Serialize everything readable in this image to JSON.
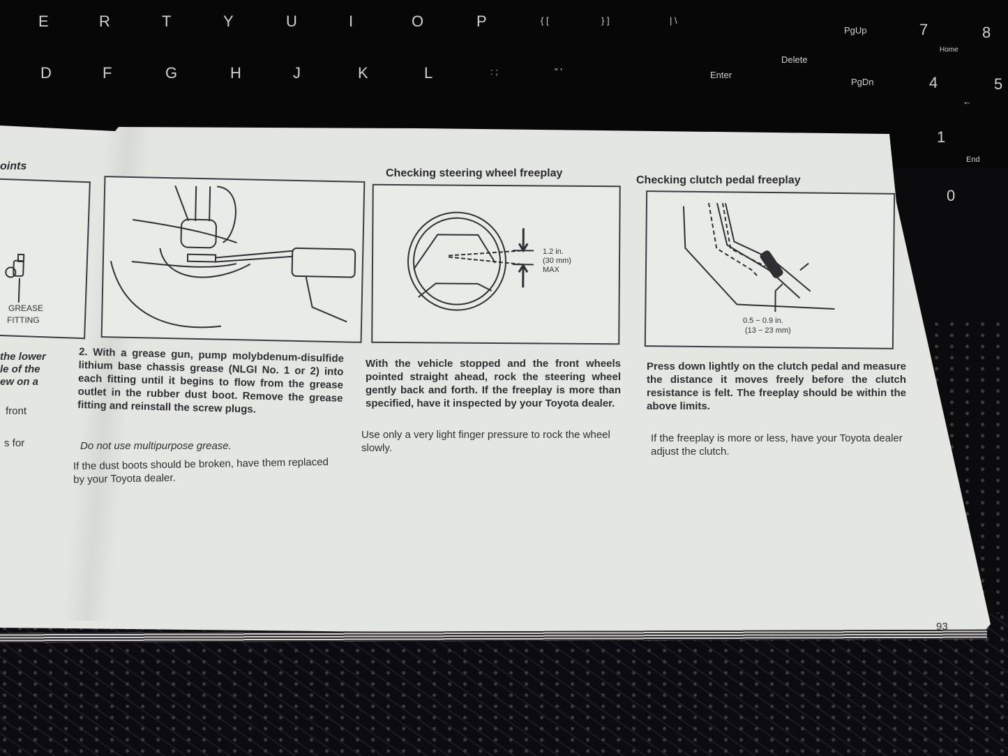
{
  "scene": {
    "description": "Open Toyota owner's manual lying on a mesh mat in front of a black keyboard",
    "background_colors": {
      "keyboard": "#070708",
      "paper": "#e4e6e1",
      "ink": "#2e2e34",
      "mat": "#0b0b0e"
    }
  },
  "keyboard": {
    "row1": [
      "E",
      "R",
      "T",
      "Y",
      "U",
      "I",
      "O",
      "P",
      "{ [",
      "} ]",
      "| \\",
      "PgUp",
      "7",
      "8"
    ],
    "row2": [
      "D",
      "F",
      "G",
      "H",
      "J",
      "K",
      "L",
      ": ;",
      "\" '",
      "Enter",
      "Delete",
      "PgDn",
      "4",
      "5"
    ],
    "numpad_extra": [
      "Home",
      "←",
      "1",
      "End",
      "0"
    ]
  },
  "left_page": {
    "heading_fragment": "oints",
    "figure_label": [
      "GREASE",
      "FITTING"
    ],
    "text_fragments": [
      "the lower",
      "le of the",
      "ew on a",
      "front",
      "s for"
    ],
    "figure_caption_step": "2. With a grease gun, pump molybdenum-disulfide lithium base chassis grease (NLGI No. 1 or 2) into each fitting until it begins to flow from the grease outlet in the rubber dust boot. Remove the grease fitting and reinstall the screw plugs.",
    "note_italic": "Do not use multipurpose grease.",
    "note": "If the dust boots should be broken, have them replaced by your Toyota dealer."
  },
  "steering_section": {
    "heading": "Checking steering wheel freeplay",
    "figure_labels": [
      "1.2 in.",
      "(30 mm)",
      "MAX"
    ],
    "body_bold": "With the vehicle stopped and the front wheels pointed straight ahead, rock the steering wheel gently back and forth. If the freeplay is more than specified, have it inspected by your Toyota dealer.",
    "body": "Use only a very light finger pressure to rock the wheel slowly."
  },
  "clutch_section": {
    "heading": "Checking clutch pedal freeplay",
    "figure_labels": [
      "0.5 − 0.9 in.",
      "(13 − 23 mm)"
    ],
    "body_bold": "Press down lightly on the clutch pedal and measure the distance it moves freely before the clutch resistance is felt. The freeplay should be within the above limits.",
    "body": "If the freeplay is more or less, have your Toyota dealer adjust the clutch."
  },
  "page_number": "93"
}
